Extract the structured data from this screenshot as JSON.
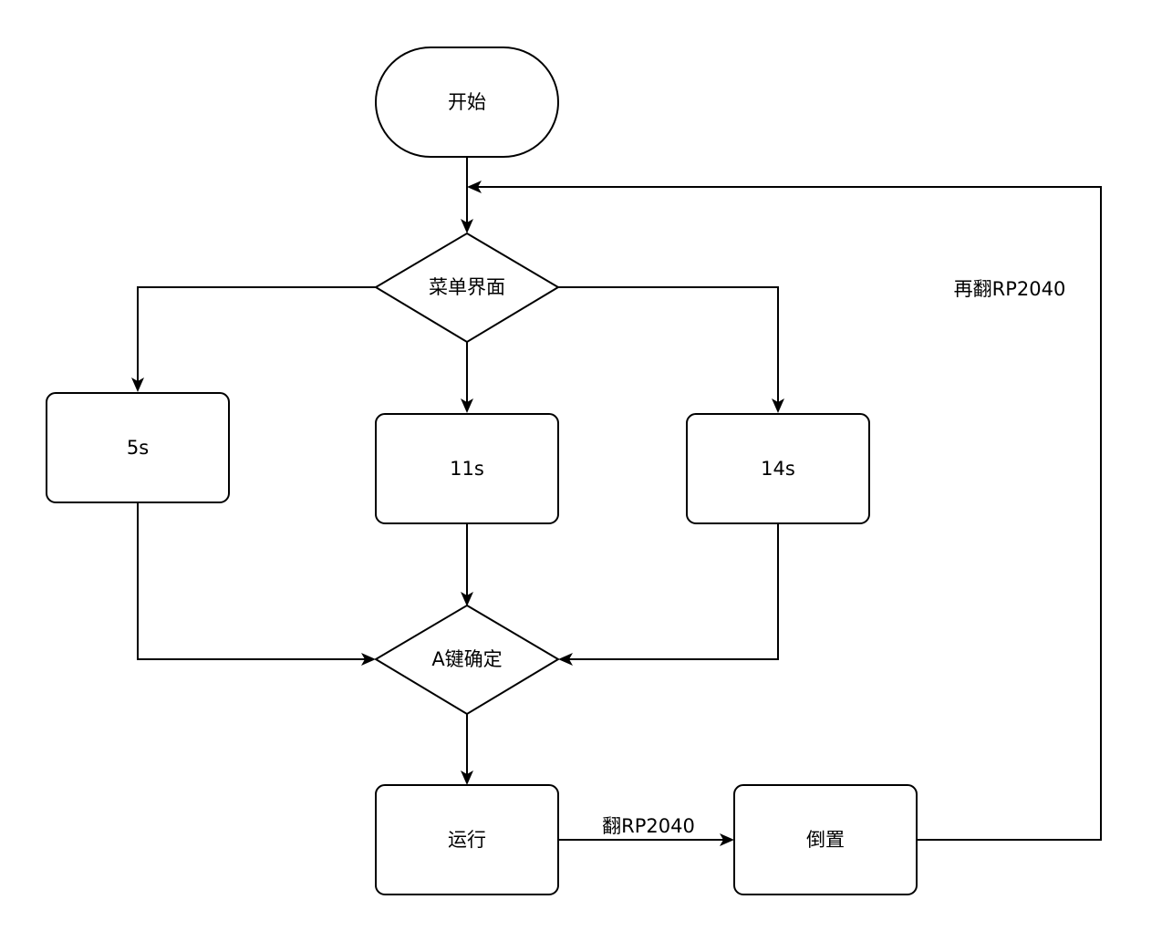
{
  "nodes": {
    "start": "开始",
    "menu": "菜单界面",
    "opt_5s": "5s",
    "opt_11s": "11s",
    "opt_14s": "14s",
    "confirm": "A键确定",
    "run": "运行",
    "inverted": "倒置"
  },
  "edges": {
    "flip_label": "翻RP2040",
    "reflip_label": "再翻RP2040"
  },
  "colors": {
    "stroke": "#000000",
    "fill": "#ffffff"
  }
}
